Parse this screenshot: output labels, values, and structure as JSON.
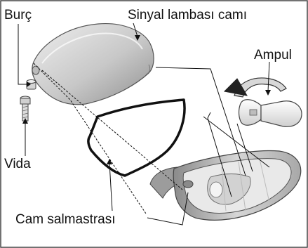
{
  "labels": {
    "burc": "Burç",
    "sinyal_lambasi_cami": "Sinyal lambası camı",
    "ampul": "Ampul",
    "vida": "Vida",
    "cam_salmastrasi": "Cam salmastrası"
  },
  "colors": {
    "line": "#111111",
    "part_fill": "#d9d9d9",
    "part_shade": "#9a9a9a",
    "background": "#ffffff"
  }
}
